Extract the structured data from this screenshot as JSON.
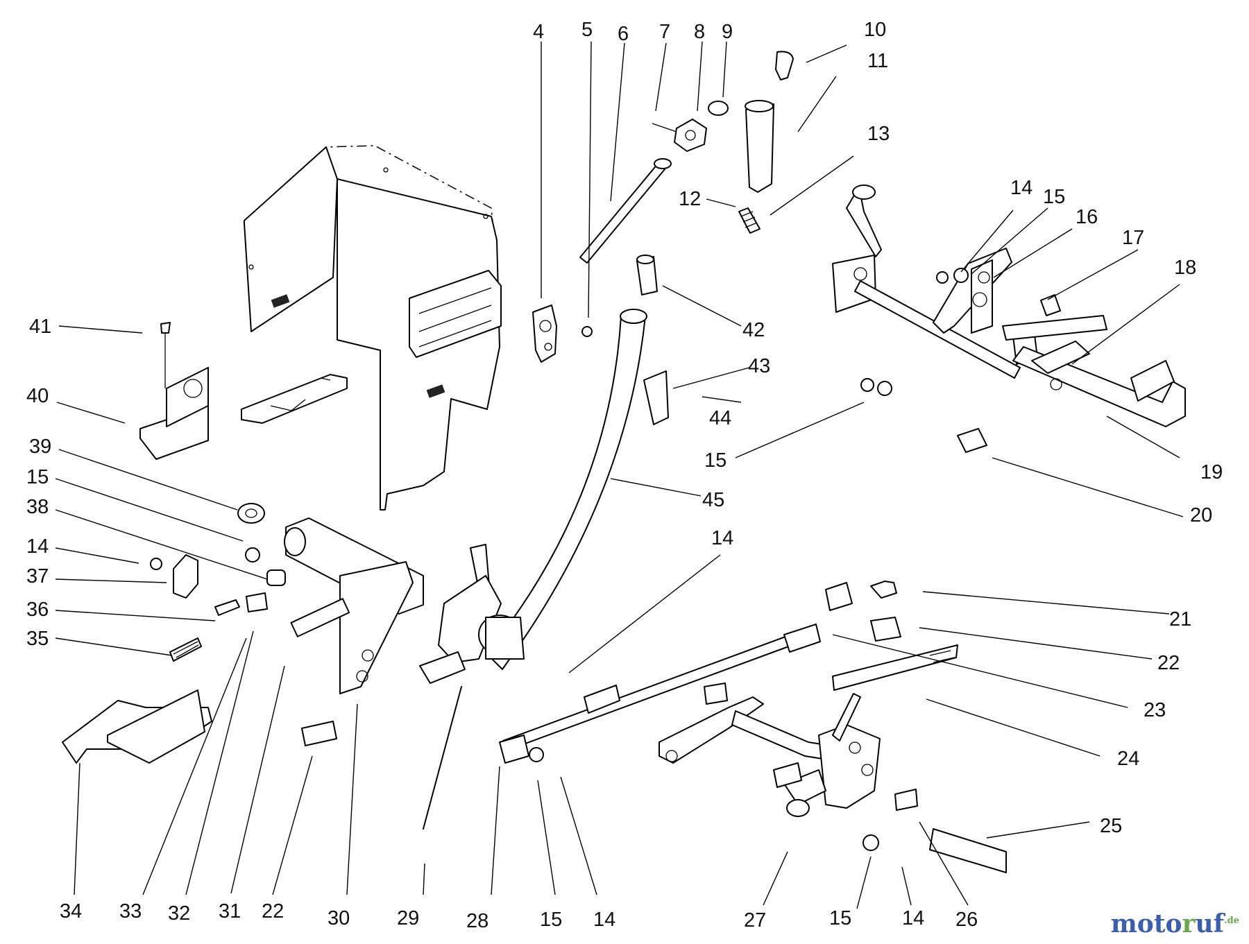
{
  "diagram": {
    "callouts": [
      {
        "id": "4",
        "text": "4"
      },
      {
        "id": "5",
        "text": "5"
      },
      {
        "id": "6",
        "text": "6"
      },
      {
        "id": "7",
        "text": "7"
      },
      {
        "id": "8",
        "text": "8"
      },
      {
        "id": "9",
        "text": "9"
      },
      {
        "id": "10",
        "text": "10"
      },
      {
        "id": "11",
        "text": "11"
      },
      {
        "id": "12",
        "text": "12"
      },
      {
        "id": "13",
        "text": "13"
      },
      {
        "id": "14a",
        "text": "14"
      },
      {
        "id": "15a",
        "text": "15"
      },
      {
        "id": "16",
        "text": "16"
      },
      {
        "id": "17",
        "text": "17"
      },
      {
        "id": "18",
        "text": "18"
      },
      {
        "id": "19",
        "text": "19"
      },
      {
        "id": "20",
        "text": "20"
      },
      {
        "id": "21",
        "text": "21"
      },
      {
        "id": "22a",
        "text": "22"
      },
      {
        "id": "23",
        "text": "23"
      },
      {
        "id": "24",
        "text": "24"
      },
      {
        "id": "25",
        "text": "25"
      },
      {
        "id": "26",
        "text": "26"
      },
      {
        "id": "14b",
        "text": "14"
      },
      {
        "id": "15b",
        "text": "15"
      },
      {
        "id": "27",
        "text": "27"
      },
      {
        "id": "14c",
        "text": "14"
      },
      {
        "id": "15c",
        "text": "15"
      },
      {
        "id": "28",
        "text": "28"
      },
      {
        "id": "29",
        "text": "29"
      },
      {
        "id": "30",
        "text": "30"
      },
      {
        "id": "22b",
        "text": "22"
      },
      {
        "id": "31",
        "text": "31"
      },
      {
        "id": "32",
        "text": "32"
      },
      {
        "id": "33",
        "text": "33"
      },
      {
        "id": "34",
        "text": "34"
      },
      {
        "id": "35",
        "text": "35"
      },
      {
        "id": "36",
        "text": "36"
      },
      {
        "id": "37",
        "text": "37"
      },
      {
        "id": "14d",
        "text": "14"
      },
      {
        "id": "38",
        "text": "38"
      },
      {
        "id": "15d",
        "text": "15"
      },
      {
        "id": "39",
        "text": "39"
      },
      {
        "id": "40",
        "text": "40"
      },
      {
        "id": "41",
        "text": "41"
      },
      {
        "id": "42",
        "text": "42"
      },
      {
        "id": "43",
        "text": "43"
      },
      {
        "id": "44",
        "text": "44"
      },
      {
        "id": "15e",
        "text": "15"
      },
      {
        "id": "45",
        "text": "45"
      },
      {
        "id": "14e",
        "text": "14"
      }
    ]
  },
  "watermark": {
    "part1": "moto",
    "part2": "r",
    "part3": "uf",
    "tld": ".de"
  },
  "colors": {
    "line": "#000000",
    "background": "#ffffff",
    "brand_blue": "#3b5fb0",
    "brand_green": "#6aa84f"
  }
}
